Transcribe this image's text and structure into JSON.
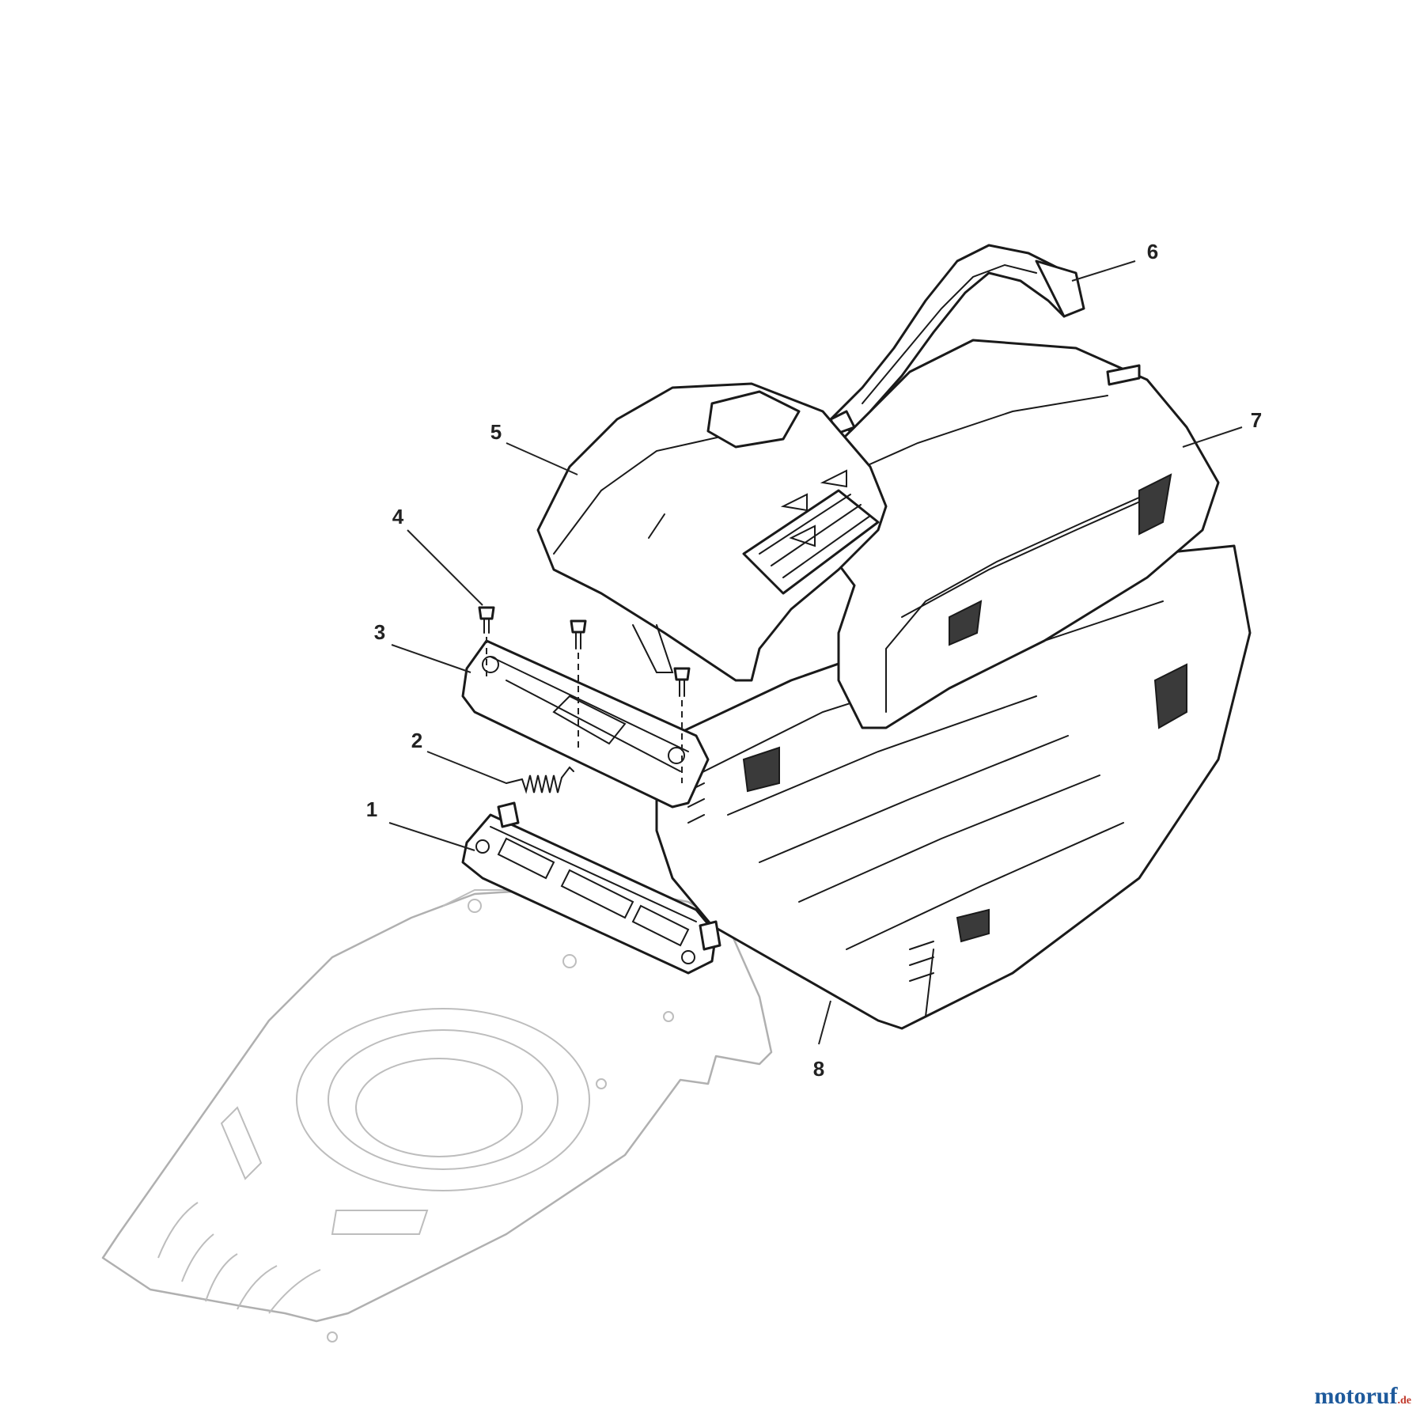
{
  "callouts": {
    "part_1": "1",
    "part_2": "2",
    "part_3": "3",
    "part_4": "4",
    "part_5": "5",
    "part_6": "6",
    "part_7": "7",
    "part_8": "8"
  },
  "watermark": {
    "brand": "motoruf",
    "tld": ".de"
  },
  "colors": {
    "line": "#1a1a1a",
    "ghost": "#b0b0b0",
    "watermark_brand": "#1e5a9c",
    "watermark_tld": "#c0392b"
  }
}
